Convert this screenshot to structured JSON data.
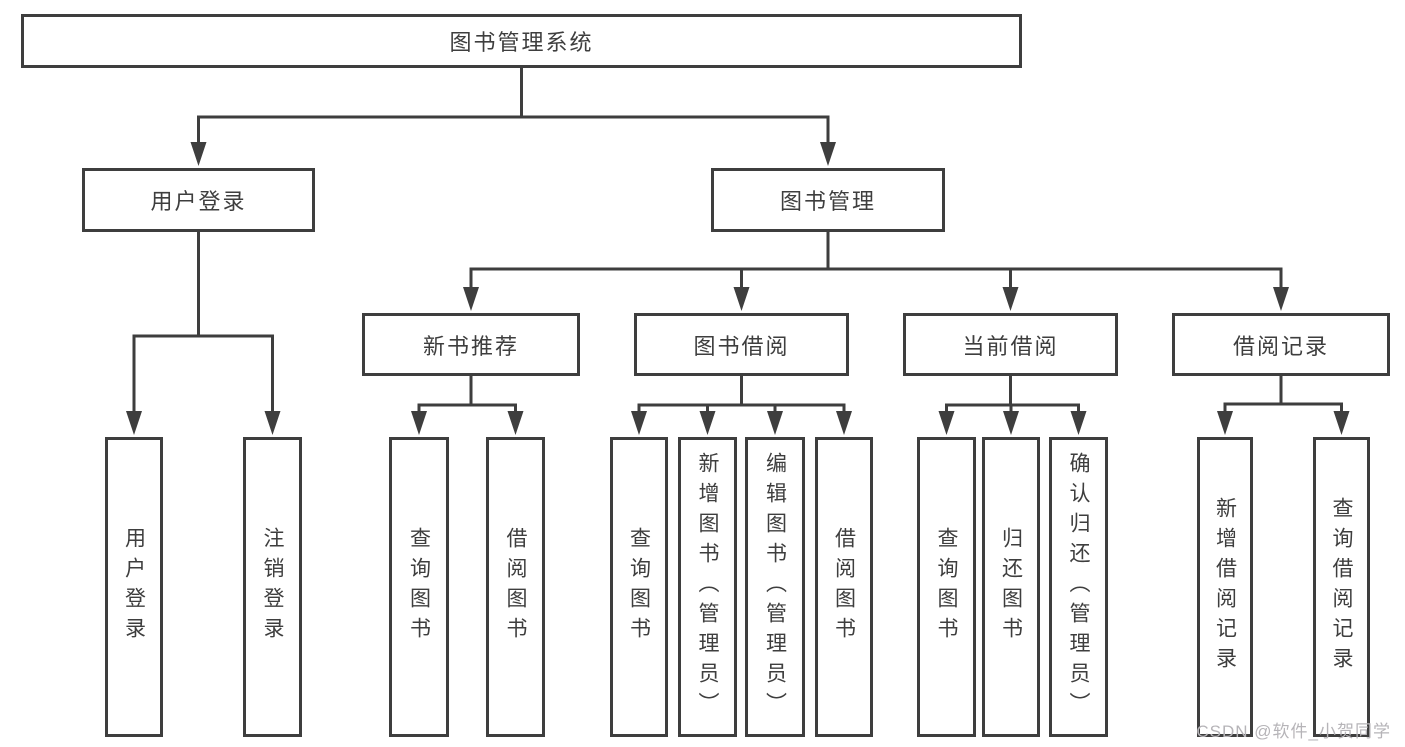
{
  "colors": {
    "line": "#3e3e3e",
    "text": "#3e3e3e",
    "background": "#ffffff",
    "watermark": "#b6b4b8"
  },
  "tree": {
    "root": "图书管理系统",
    "user_login": {
      "label": "用户登录",
      "children": [
        "用户登录",
        "注销登录"
      ]
    },
    "book_management": {
      "label": "图书管理",
      "sections": [
        {
          "label": "新书推荐",
          "children": [
            "查询图书",
            "借阅图书"
          ]
        },
        {
          "label": "图书借阅",
          "children": [
            "查询图书",
            "新增图书（管理员）",
            "编辑图书（管理员）",
            "借阅图书"
          ]
        },
        {
          "label": "当前借阅",
          "children": [
            "查询图书",
            "归还图书",
            "确认归还（管理员）"
          ]
        },
        {
          "label": "借阅记录",
          "children": [
            "新增借阅记录",
            "查询借阅记录"
          ]
        }
      ]
    }
  },
  "watermark": "CSDN @软件_小贺同学"
}
